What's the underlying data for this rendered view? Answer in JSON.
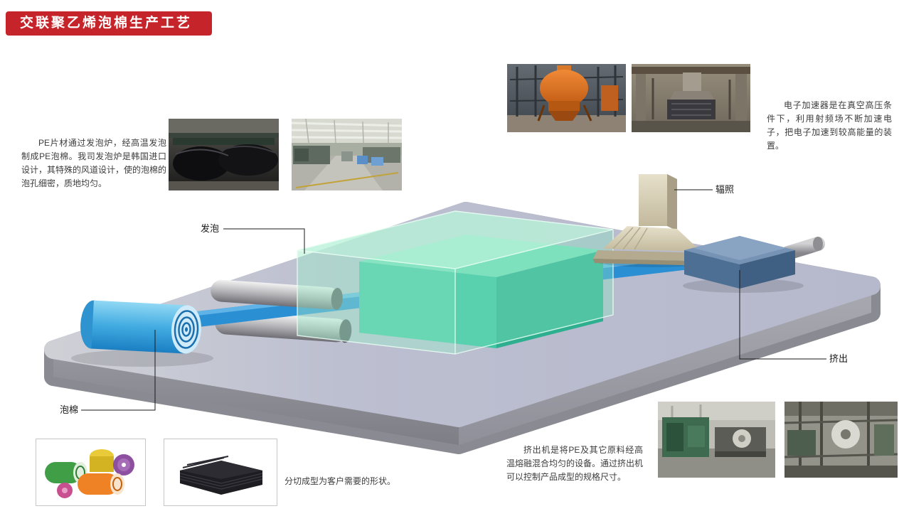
{
  "title": "交联聚乙烯泡棉生产工艺",
  "descriptions": {
    "foaming": "PE片材通过发泡炉，经高温发泡制成PE泡棉。我司发泡炉是韩国进口设计，其特殊的风道设计，使的泡棉的泡孔细密，质地均匀。",
    "accelerator": "电子加速器是在真空高压条件下，利用射频场不断加速电子，把电子加速到较高能量的装置。",
    "extruder": "挤出机是将PE及其它原料经高温熔融混合均匀的设备。通过挤出机可以控制产品成型的规格尺寸。",
    "cutting": "分切成型为客户需要的形状。"
  },
  "process_labels": {
    "foaming": "发泡",
    "irradiation": "辐照",
    "extrusion": "挤出",
    "foam": "泡棉"
  },
  "colors": {
    "banner_red": "#c5242b",
    "roll_blue": "#3fa9e0",
    "sheet_blue": "#2b8fd4",
    "oven_green": "#aef0d4",
    "foam_teal": "#3cc6a2",
    "platform_top": "#b9bccf",
    "tower_tan": "#d8cfb6",
    "extruder_blue": "#4d6f93"
  }
}
